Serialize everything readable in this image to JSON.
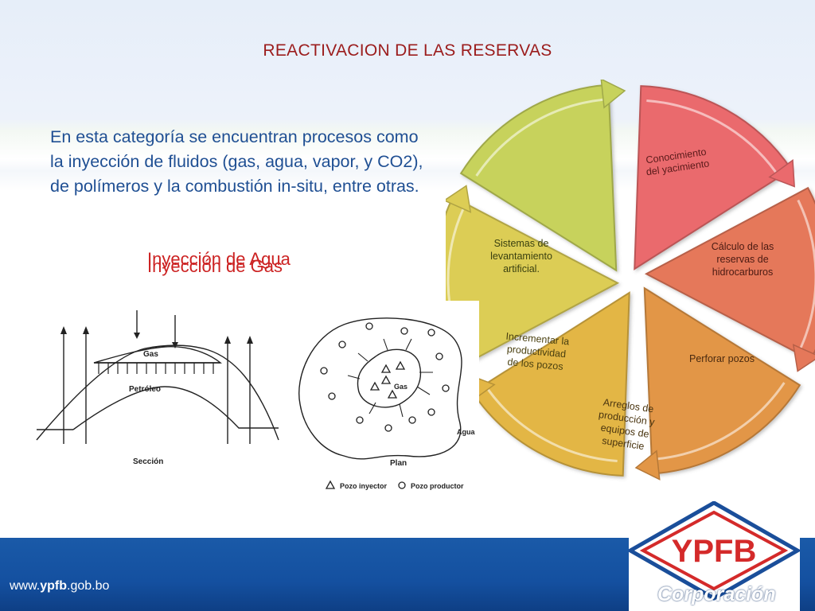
{
  "title": "REACTIVACION DE LAS RESERVAS",
  "body": "En esta categoría se  encuentran procesos como la inyección de fluidos (gas, agua, vapor, y CO2), de polímeros y la combustión in-situ, entre otras.",
  "overlapping_labels": [
    "Inyección de Agua",
    "Inyección de Gas"
  ],
  "cycle": {
    "steps": [
      {
        "label": "Conocimiento del yacimiento",
        "color": "#ea6a6d"
      },
      {
        "label": "Cálculo de las reservas de hidrocarburos",
        "color": "#e5785a"
      },
      {
        "label": "Perforar pozos",
        "color": "#e29646"
      },
      {
        "label": "Arreglos de producción y equipos de superficie",
        "color": "#e3b645"
      },
      {
        "label": "Incrementar la productividad de los pozos",
        "color": "#dccd55"
      },
      {
        "label": "Sistemas de levantamiento artificial.",
        "color": "#c7d25c"
      }
    ]
  },
  "section_figure": {
    "gas": "Gas",
    "oil": "Petróleo",
    "caption": "Sección"
  },
  "plan_figure": {
    "gas": "Gas",
    "water": "Agua",
    "caption": "Plan",
    "legend_injector": "Pozo inyector",
    "legend_producer": "Pozo productor"
  },
  "footer": {
    "url_prefix": "www.",
    "url_brand": "ypfb",
    "url_suffix": ".gob.bo",
    "logo_text": "YPFB",
    "corporation": "Corporación"
  }
}
